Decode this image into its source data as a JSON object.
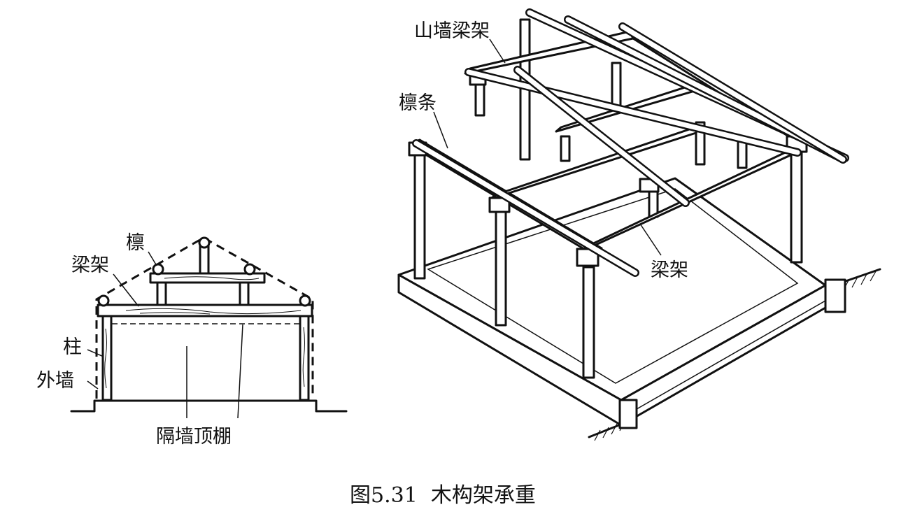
{
  "section_labels": {
    "lin": "檩",
    "liangjia": "梁架",
    "zhu": "柱",
    "waiqiang": "外墙",
    "geqiang_dingpeng": "隔墙顶棚"
  },
  "iso_labels": {
    "shanqiang_liangjia": "山墙梁架",
    "lintiao": "檩条",
    "liangjia": "梁架"
  },
  "caption": "图5.31  木构架承重"
}
